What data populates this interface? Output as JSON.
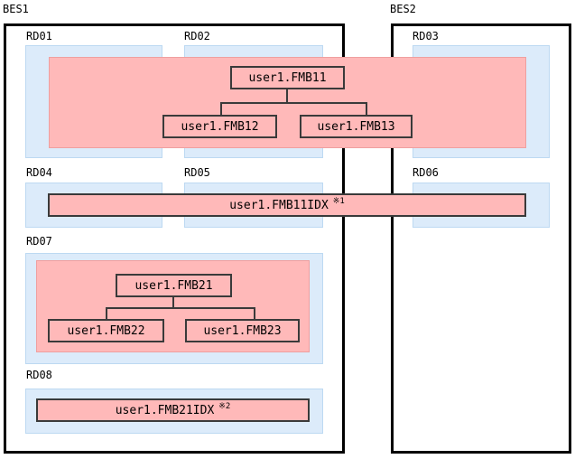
{
  "servers": {
    "bes1": {
      "label": "BES1"
    },
    "bes2": {
      "label": "BES2"
    }
  },
  "rd_areas": {
    "rd01": {
      "label": "RD01"
    },
    "rd02": {
      "label": "RD02"
    },
    "rd03": {
      "label": "RD03"
    },
    "rd04": {
      "label": "RD04"
    },
    "rd05": {
      "label": "RD05"
    },
    "rd06": {
      "label": "RD06"
    },
    "rd07": {
      "label": "RD07"
    },
    "rd08": {
      "label": "RD08"
    }
  },
  "tables": {
    "fmb11": {
      "label": "user1.FMB11"
    },
    "fmb12": {
      "label": "user1.FMB12"
    },
    "fmb13": {
      "label": "user1.FMB13"
    },
    "fmb21": {
      "label": "user1.FMB21"
    },
    "fmb22": {
      "label": "user1.FMB22"
    },
    "fmb23": {
      "label": "user1.FMB23"
    }
  },
  "indexes": {
    "fmb11idx": {
      "label": "user1.FMB11IDX",
      "note": "※1"
    },
    "fmb21idx": {
      "label": "user1.FMB21IDX",
      "note": "※2"
    }
  },
  "colors": {
    "table_area_fill": "#ffb9b9",
    "table_area_edge": "#ef9f9f",
    "rd_area_fill": "#dcebfa",
    "rd_area_edge": "#bdd9f2",
    "node_border": "#3a3a3a",
    "frame_border": "#000000"
  }
}
